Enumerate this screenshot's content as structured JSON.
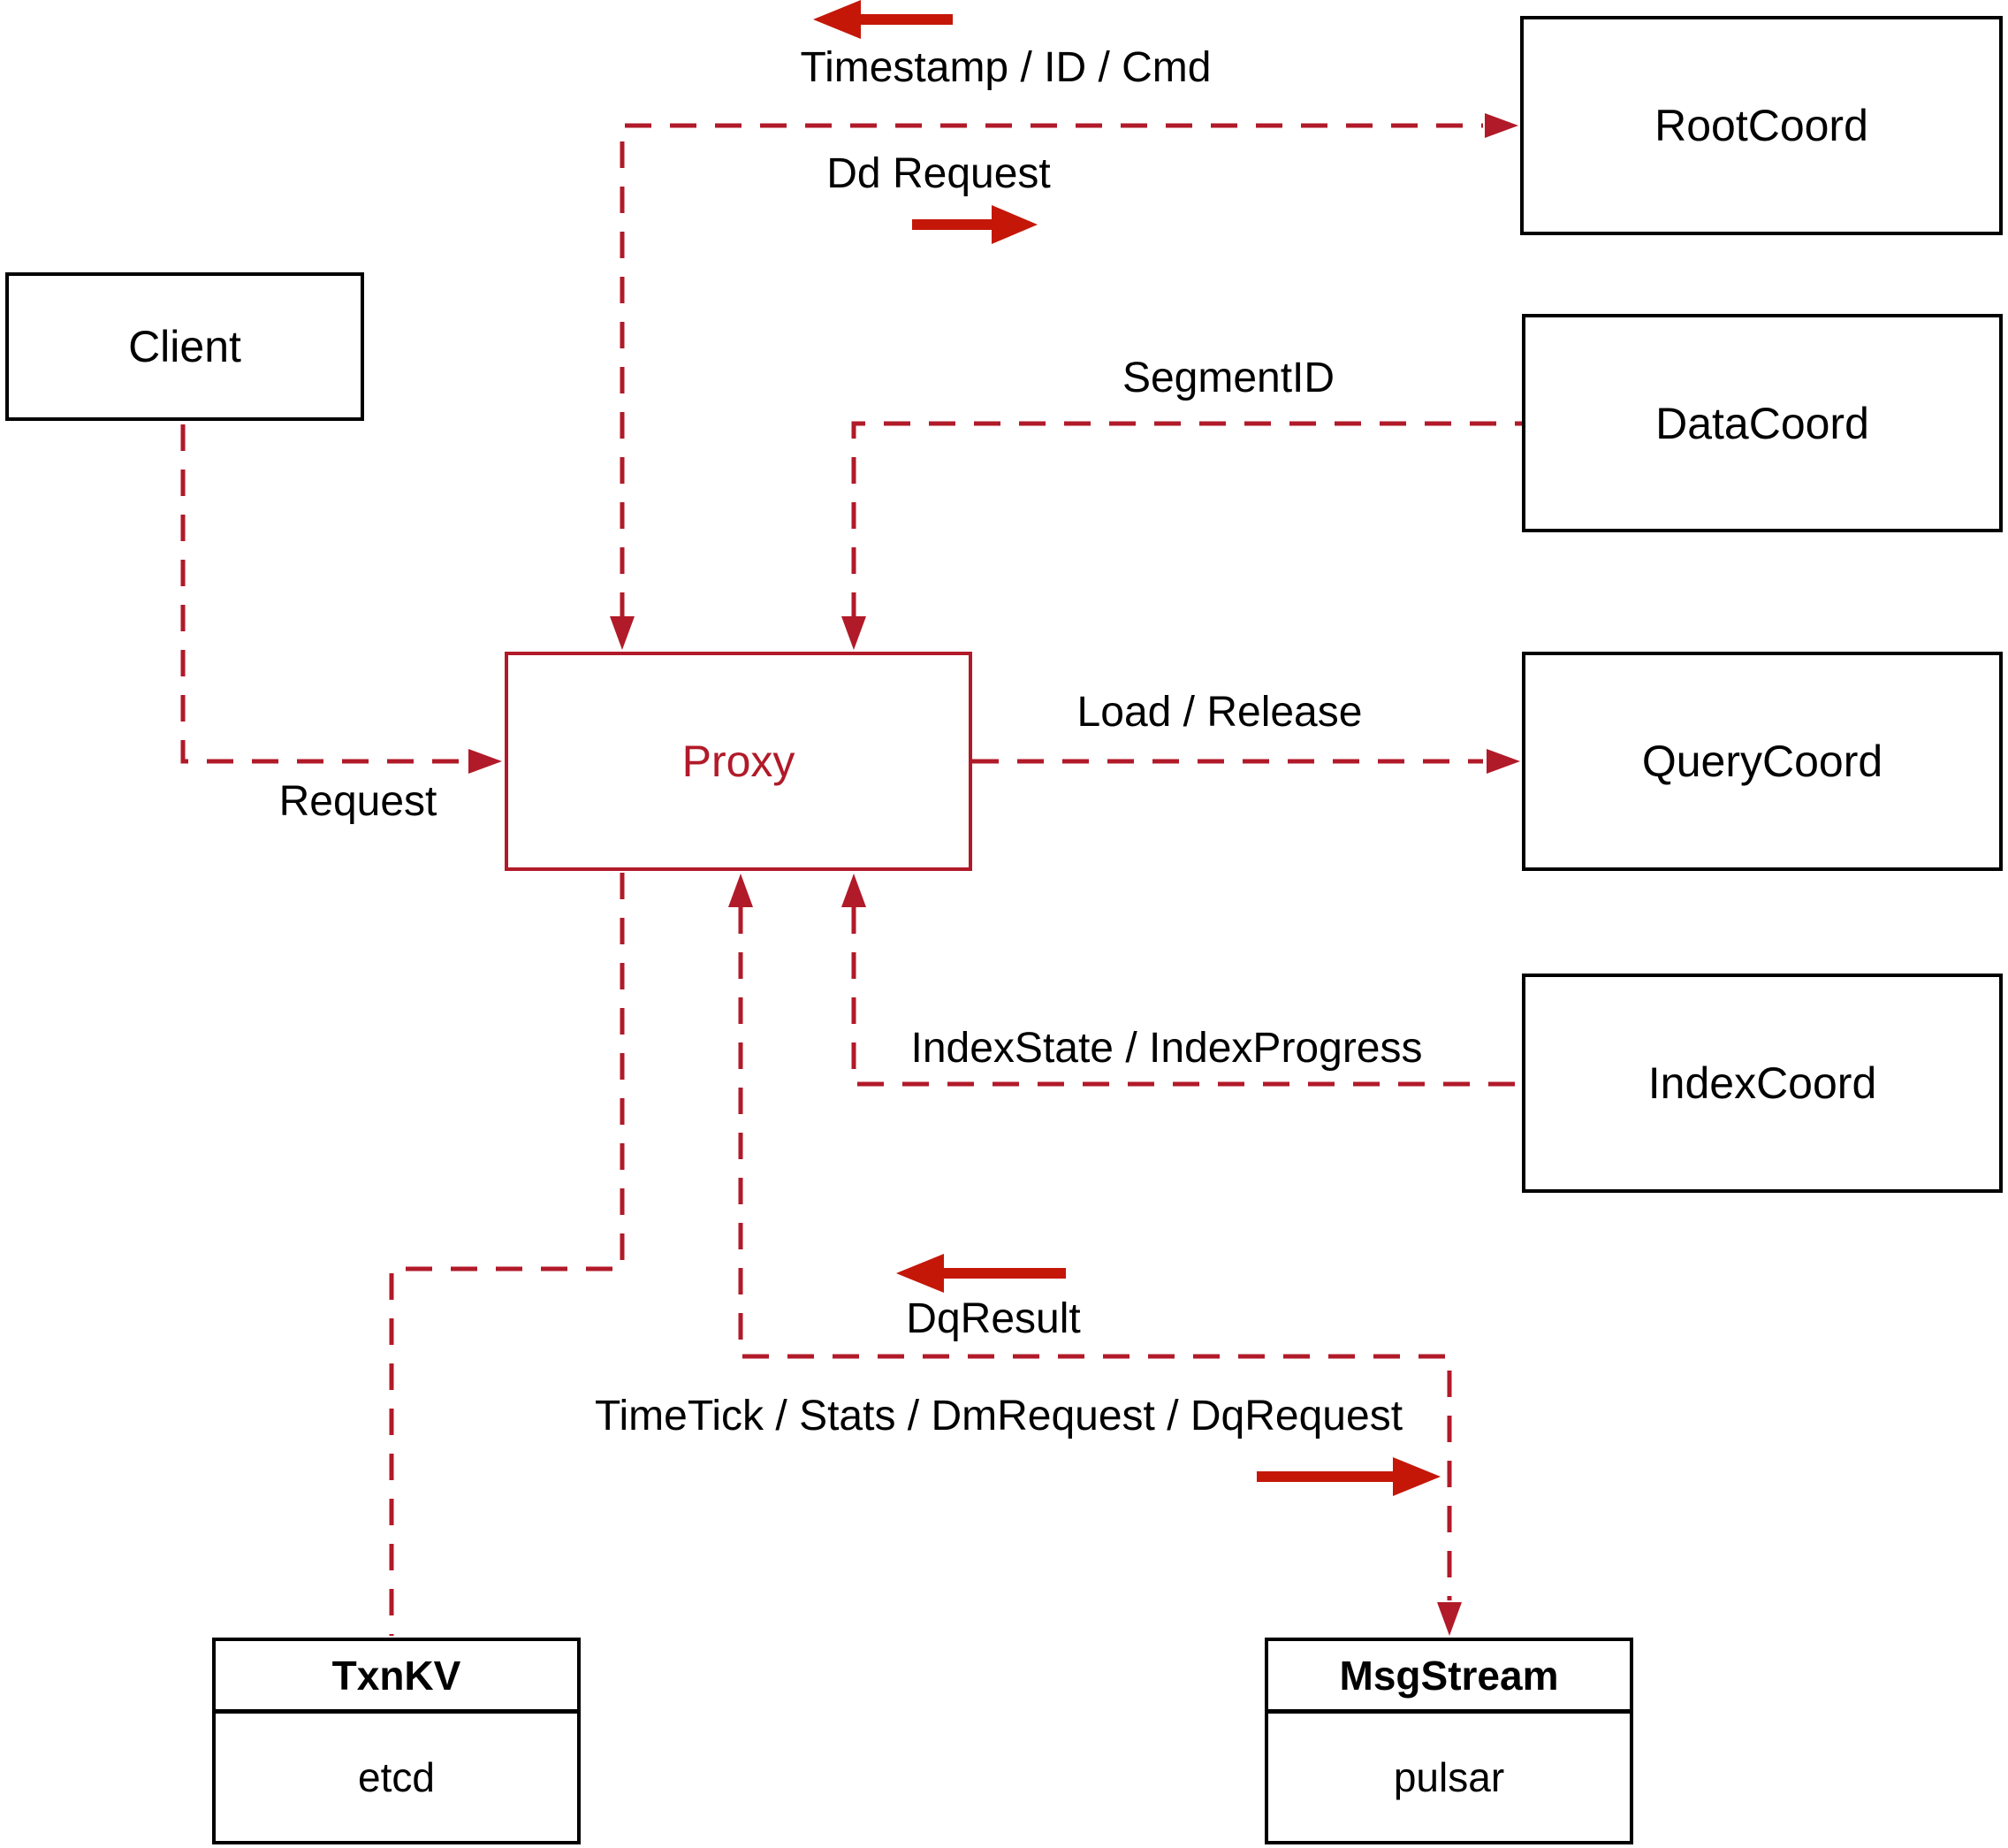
{
  "colors": {
    "background": "#ffffff",
    "line_red": "#b11a29",
    "arrow_red": "#c41708",
    "box_border": "#000000",
    "text": "#000000"
  },
  "nodes": {
    "client": {
      "label": "Client"
    },
    "proxy": {
      "label": "Proxy"
    },
    "root_coord": {
      "label": "RootCoord"
    },
    "data_coord": {
      "label": "DataCoord"
    },
    "query_coord": {
      "label": "QueryCoord"
    },
    "index_coord": {
      "label": "IndexCoord"
    },
    "txn_kv": {
      "title": "TxnKV",
      "impl": "etcd"
    },
    "msg_stream": {
      "title": "MsgStream",
      "impl": "pulsar"
    }
  },
  "edges": {
    "root_response": {
      "label": "Timestamp / ID / Cmd",
      "direction": "left"
    },
    "root_request": {
      "label": "Dd Request",
      "direction": "right"
    },
    "segment_id": {
      "label": "SegmentID",
      "direction": "to-proxy"
    },
    "load_release": {
      "label": "Load / Release",
      "direction": "to-querycoord"
    },
    "index_state": {
      "label": "IndexState / IndexProgress",
      "direction": "to-proxy"
    },
    "client_request": {
      "label": "Request",
      "direction": "to-proxy"
    },
    "dq_result": {
      "label": "DqResult",
      "direction": "left"
    },
    "time_tick": {
      "label": "TimeTick / Stats / DmRequest / DqRequest",
      "direction": "right"
    }
  }
}
